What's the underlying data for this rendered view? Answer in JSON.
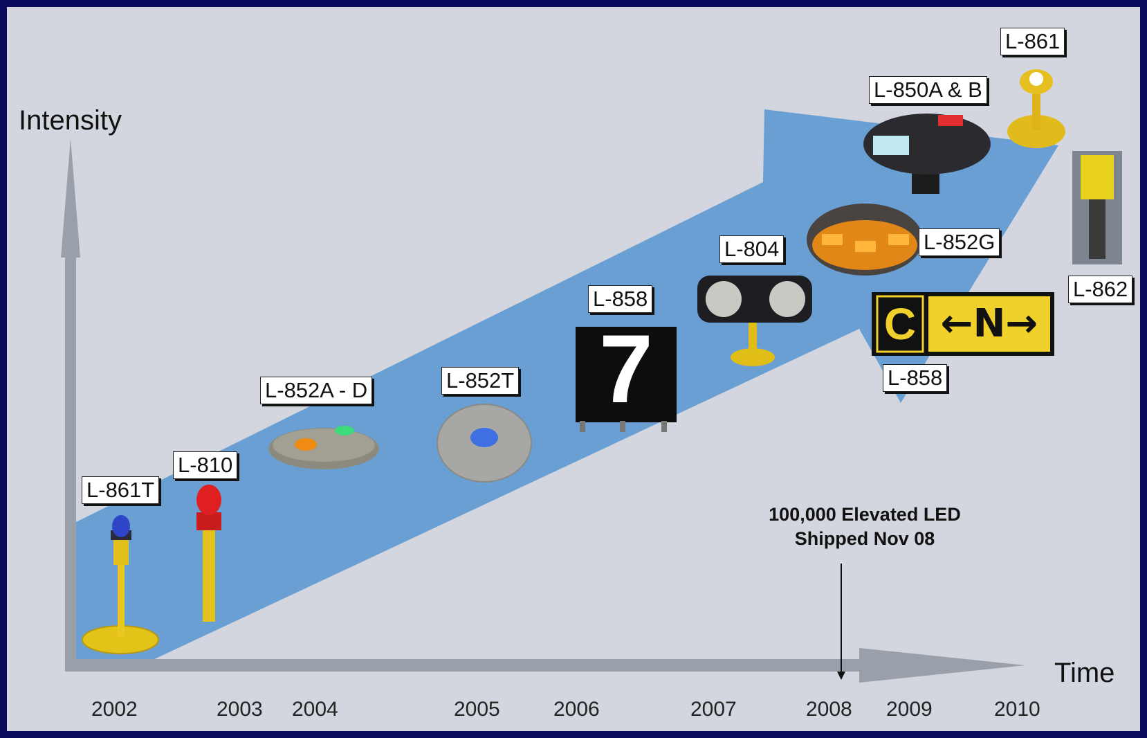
{
  "axes": {
    "y_title": "Intensity",
    "x_title": "Time"
  },
  "years": [
    "2002",
    "2003",
    "2004",
    "2005",
    "2006",
    "2007",
    "2008",
    "2009",
    "2010"
  ],
  "products": {
    "l861t": "L-861T",
    "l810": "L-810",
    "l852ad": "L-852A - D",
    "l852t": "L-852T",
    "l858_2006": "L-858",
    "l804": "L-804",
    "l852g": "L-852G",
    "l850ab": "L-850A & B",
    "l861": "L-861",
    "l862": "L-862",
    "l858_2009": "L-858"
  },
  "sign_7": {
    "text": "7"
  },
  "taxiway_sign": {
    "location": "C",
    "direction": "←N→"
  },
  "milestone": {
    "line1": "100,000 Elevated LED",
    "line2": "Shipped Nov 08"
  },
  "colors": {
    "background": "#0b0b5e",
    "slide": "#d3d6de",
    "arrow": "#6a9fd4",
    "axis": "#9aa0aa",
    "fixture_yellow": "#e8c81c"
  }
}
